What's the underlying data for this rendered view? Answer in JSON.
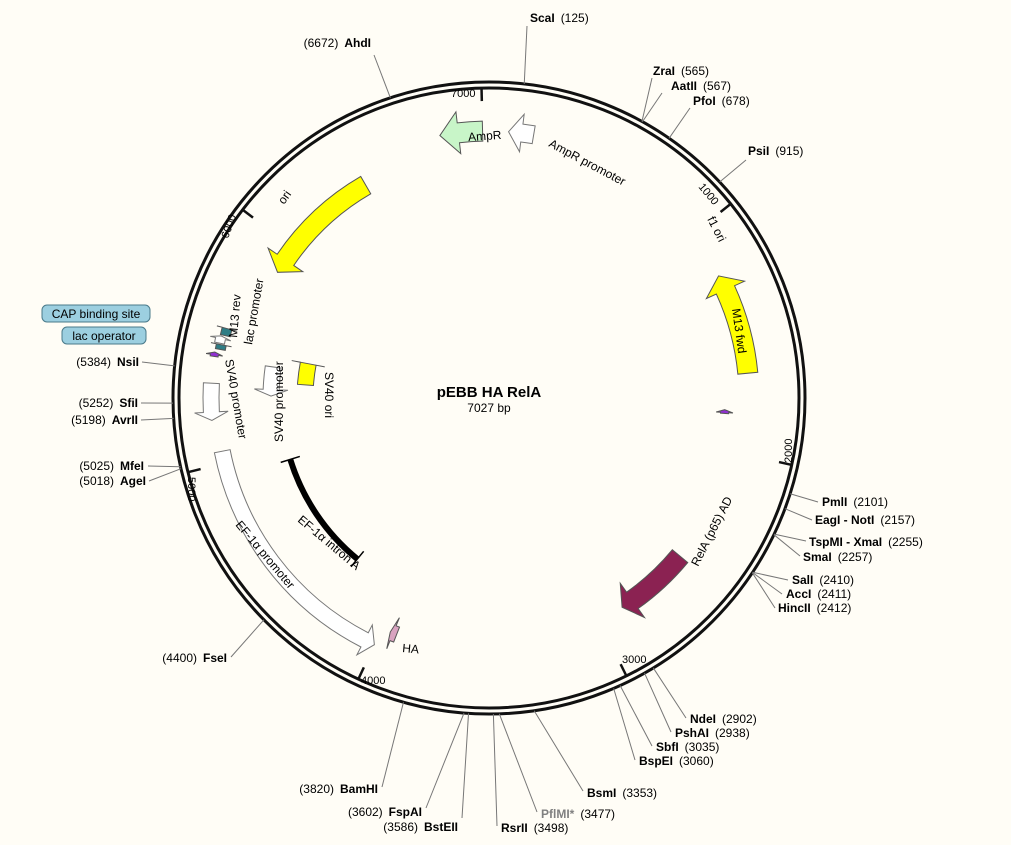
{
  "plasmid": {
    "name": "pEBB HA RelA",
    "size_label": "7027 bp",
    "length": 7027
  },
  "colors": {
    "background": "#fffdf6",
    "backbone": "#111111",
    "AmpR": "#c8f5c8",
    "ori": "#ffff00",
    "f1_ori": "#ffff00",
    "SV40_ori": "#ffff00",
    "RelA": "#8b2252",
    "HA": "#d9a3c0",
    "M13": "#9030d0",
    "CAP": "#2e7d85",
    "lac_operator": "#2e7d85",
    "promoter": "#ffffff",
    "label_box": "#9ccfe0"
  },
  "ticks": [
    {
      "pos": 1000,
      "label": "1000"
    },
    {
      "pos": 2000,
      "label": "2000"
    },
    {
      "pos": 3000,
      "label": "3000"
    },
    {
      "pos": 4000,
      "label": "4000"
    },
    {
      "pos": 5000,
      "label": "5000"
    },
    {
      "pos": 6000,
      "label": "6000"
    },
    {
      "pos": 7000,
      "label": "7000"
    }
  ],
  "features": [
    {
      "name": "AmpR",
      "label": "AmpR",
      "start": 6820,
      "end": 7000,
      "strand": -1,
      "type": "cds",
      "color": "#c8f5c8"
    },
    {
      "name": "AmpR promoter",
      "label": "AmpR promoter",
      "start": 82,
      "end": 188,
      "strand": -1,
      "type": "promoter"
    },
    {
      "name": "f1 ori",
      "label": "f1 ori",
      "start": 1210,
      "end": 1650,
      "strand": -1,
      "type": "ori",
      "color": "#ffff00"
    },
    {
      "name": "M13 fwd",
      "label": "M13 fwd",
      "start": 1812,
      "end": 1830,
      "strand": -1,
      "type": "primer",
      "color": "#9030d0"
    },
    {
      "name": "RelA (p65) AD",
      "label": "RelA (p65) AD",
      "start": 2530,
      "end": 2880,
      "strand": 1,
      "type": "cds",
      "color": "#8b2252"
    },
    {
      "name": "HA",
      "label": "HA",
      "start": 3930,
      "end": 3960,
      "strand": 1,
      "type": "tag",
      "color": "#d9a3c0"
    },
    {
      "name": "EF-1α promoter",
      "label": "EF-1α promoter",
      "start": 4000,
      "end": 5050,
      "strand": -1,
      "type": "promoter"
    },
    {
      "name": "EF-1α intron A",
      "label": "EF-1α intron A",
      "start": 4280,
      "end": 4935,
      "strand": 1,
      "type": "misc"
    },
    {
      "name": "SV40 promoter",
      "label": "SV40 promoter",
      "start": 5180,
      "end": 5330,
      "strand": -1,
      "type": "promoter"
    },
    {
      "name": "SV40 promoter 2",
      "label": "SV40 promoter",
      "start": 5280,
      "end": 5430,
      "strand": -1,
      "type": "promoter"
    },
    {
      "name": "SV40 ori",
      "label": "SV40 ori",
      "start": 5350,
      "end": 5480,
      "strand": 1,
      "type": "ori",
      "color": "#ffff00"
    },
    {
      "name": "M13 rev",
      "label": "M13 rev",
      "start": 5438,
      "end": 5456,
      "strand": 1,
      "type": "primer",
      "color": "#9030d0"
    },
    {
      "name": "lac operator",
      "label": "lac operator",
      "start": 5470,
      "end": 5490,
      "strand": 1,
      "type": "site",
      "color": "#2e7d85"
    },
    {
      "name": "lac promoter",
      "label": "lac promoter",
      "start": 5495,
      "end": 5525,
      "strand": 1,
      "type": "promoter"
    },
    {
      "name": "CAP binding site",
      "label": "CAP binding site",
      "start": 5530,
      "end": 5560,
      "strand": 1,
      "type": "site",
      "color": "#2e7d85"
    },
    {
      "name": "ori",
      "label": "ori",
      "start": 5870,
      "end": 6440,
      "strand": -1,
      "type": "ori",
      "color": "#ffff00"
    }
  ],
  "restriction_sites": [
    {
      "name": "ScaI",
      "pos_label": "(125)",
      "pos": 125
    },
    {
      "name": "ZraI",
      "pos_label": "(565)",
      "pos": 565
    },
    {
      "name": "AatII",
      "pos_label": "(567)",
      "pos": 567
    },
    {
      "name": "PfoI",
      "pos_label": "(678)",
      "pos": 678
    },
    {
      "name": "PsiI",
      "pos_label": "(915)",
      "pos": 915
    },
    {
      "name": "PmlI",
      "pos_label": "(2101)",
      "pos": 2101
    },
    {
      "name": "EagI - NotI",
      "pos_label": "(2157)",
      "pos": 2157
    },
    {
      "name": "TspMI - XmaI",
      "pos_label": "(2255)",
      "pos": 2255
    },
    {
      "name": "SmaI",
      "pos_label": "(2257)",
      "pos": 2257
    },
    {
      "name": "SalI",
      "pos_label": "(2410)",
      "pos": 2410
    },
    {
      "name": "AccI",
      "pos_label": "(2411)",
      "pos": 2411
    },
    {
      "name": "HincII",
      "pos_label": "(2412)",
      "pos": 2412
    },
    {
      "name": "NdeI",
      "pos_label": "(2902)",
      "pos": 2902
    },
    {
      "name": "PshAI",
      "pos_label": "(2938)",
      "pos": 2938
    },
    {
      "name": "SbfI",
      "pos_label": "(3035)",
      "pos": 3035
    },
    {
      "name": "BspEI",
      "pos_label": "(3060)",
      "pos": 3060
    },
    {
      "name": "BsmI",
      "pos_label": "(3353)",
      "pos": 3353
    },
    {
      "name": "PflMI*",
      "pos_label": "(3477)",
      "pos": 3477,
      "gray": true
    },
    {
      "name": "RsrII",
      "pos_label": "(3498)",
      "pos": 3498
    },
    {
      "name": "BstEII",
      "pos_label": "(3586)",
      "pos": 3586
    },
    {
      "name": "FspAI",
      "pos_label": "(3602)",
      "pos": 3602
    },
    {
      "name": "BamHI",
      "pos_label": "(3820)",
      "pos": 3820
    },
    {
      "name": "FseI",
      "pos_label": "(4400)",
      "pos": 4400
    },
    {
      "name": "AgeI",
      "pos_label": "(5018)",
      "pos": 5018
    },
    {
      "name": "MfeI",
      "pos_label": "(5025)",
      "pos": 5025
    },
    {
      "name": "AvrII",
      "pos_label": "(5198)",
      "pos": 5198
    },
    {
      "name": "SfiI",
      "pos_label": "(5252)",
      "pos": 5252
    },
    {
      "name": "NsiI",
      "pos_label": "(5384)",
      "pos": 5384
    },
    {
      "name": "AhdI",
      "pos_label": "(6672)",
      "pos": 6672
    }
  ],
  "boxed_labels": [
    {
      "name": "CAP binding site"
    },
    {
      "name": "lac operator"
    }
  ]
}
